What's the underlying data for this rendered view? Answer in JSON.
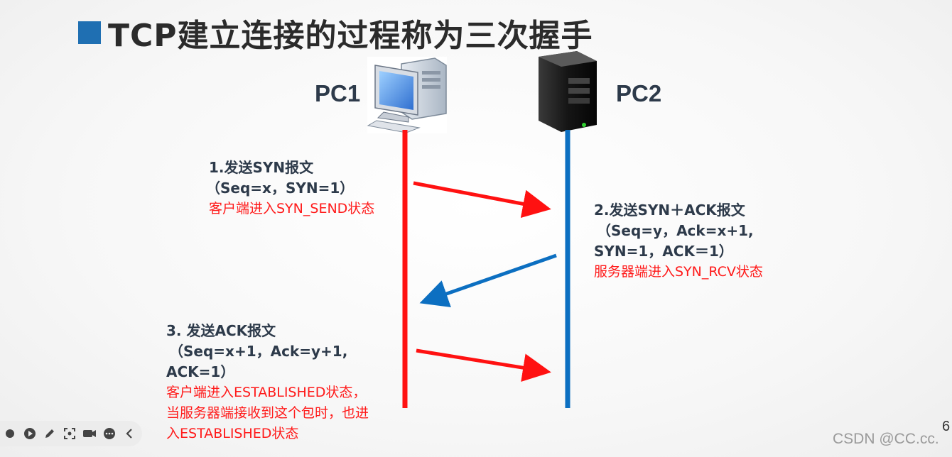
{
  "title": "TCP建立连接的过程称为三次握手",
  "pc1_label": "PC1",
  "pc2_label": "PC2",
  "step1": {
    "line1": "1.发送SYN报文",
    "line2": "（Seq=x，SYN=1）",
    "note1": "客户端进入SYN_SEND状态"
  },
  "step2": {
    "line1": "2.发送SYN＋ACK报文",
    "line2": "（Seq=y，Ack=x+1,",
    "line3": "SYN=1，ACK＝1）",
    "note1": "服务器端进入SYN_RCV状态"
  },
  "step3": {
    "line1": "3. 发送ACK报文",
    "line2": "（Seq=x+1，Ack=y+1,",
    "line3": "ACK=1）",
    "note1": "客户端进入ESTABLISHED状态，",
    "note2": "当服务器端接收到这个包时，也进",
    "note3": "入ESTABLISHED状态"
  },
  "page_number": "6",
  "watermark": "CSDN @CC.cc.",
  "colors": {
    "pc1_line": "#ff1111",
    "pc2_line": "#0c6fc1",
    "title_bullet": "#1f6fb2",
    "note_text": "#ff1a1a"
  },
  "toolbar_icons": [
    "dot-icon",
    "play-icon",
    "pen-icon",
    "focus-icon",
    "camera-icon",
    "more-icon",
    "back-chevron-icon"
  ]
}
